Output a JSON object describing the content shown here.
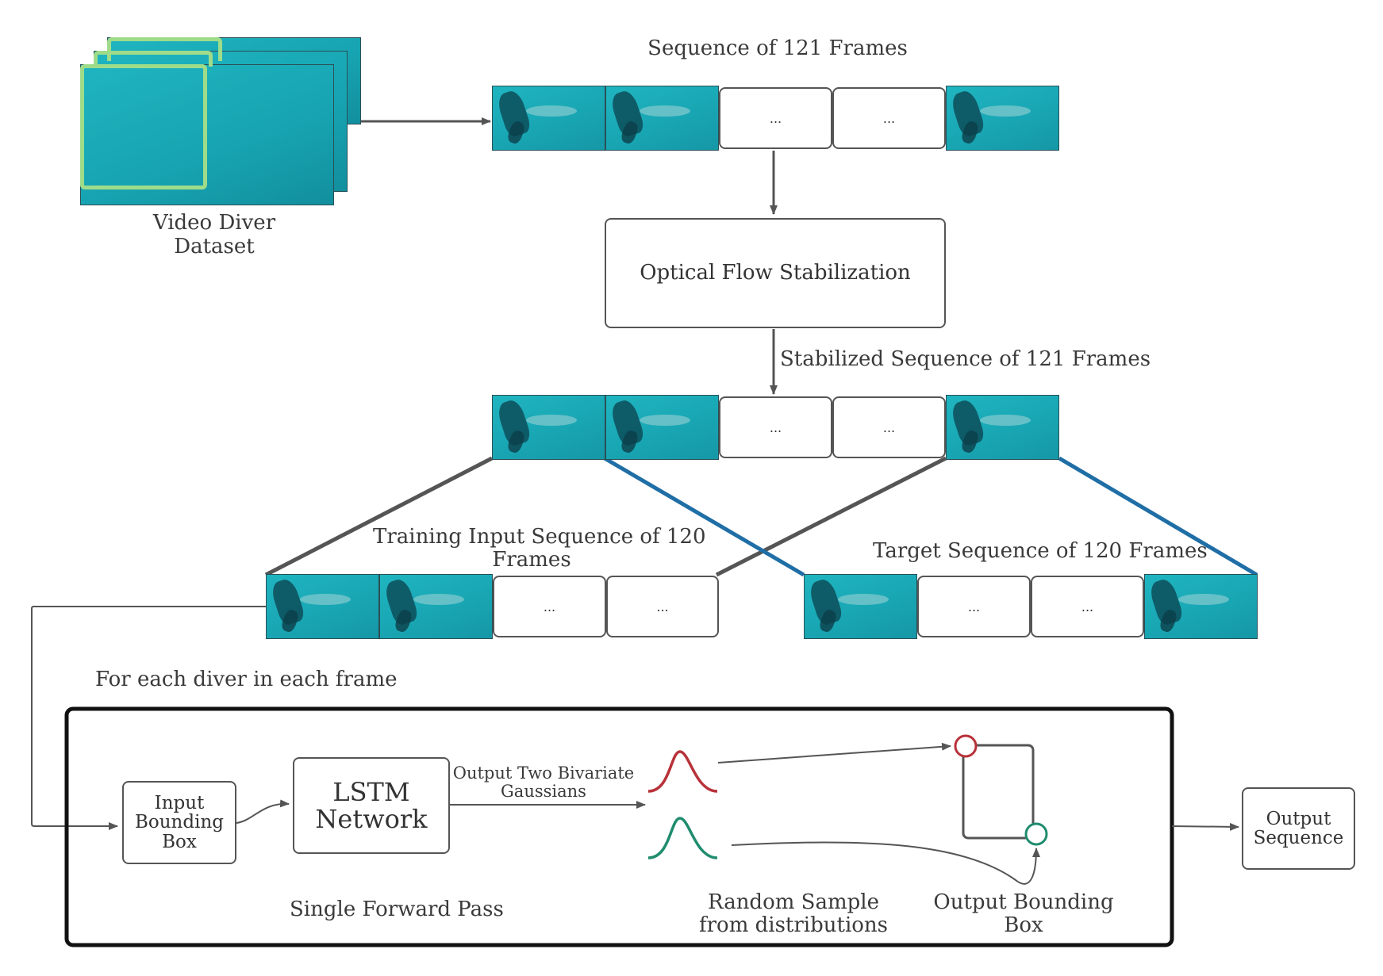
{
  "dataset": {
    "label_line1": "Video Diver",
    "label_line2": "Dataset"
  },
  "sequence_label": "Sequence of 121 Frames",
  "ellipsis": "...",
  "stabilization": {
    "label": "Optical Flow Stabilization"
  },
  "stabilized_label": "Stabilized Sequence of 121 Frames",
  "training": {
    "label_line1": "Training Input Sequence of 120",
    "label_line2": "Frames"
  },
  "target": {
    "label": "Target Sequence of 120 Frames"
  },
  "per_diver_label": "For each diver in each frame",
  "input_box": {
    "line1": "Input",
    "line2": "Bounding",
    "line3": "Box"
  },
  "lstm": {
    "line1": "LSTM",
    "line2": "Network"
  },
  "gaussians_label": {
    "line1": "Output Two Bivariate",
    "line2": "Gaussians"
  },
  "forward_pass_label": "Single Forward Pass",
  "random_sample_label": {
    "line1": "Random Sample",
    "line2": "from distributions"
  },
  "output_bbox_label": {
    "line1": "Output Bounding",
    "line2": "Box"
  },
  "output_sequence": {
    "line1": "Output",
    "line2": "Sequence"
  },
  "colors": {
    "line_dark": "#555555",
    "line_blue": "#1f6ea6",
    "dist_red": "#b8323a",
    "dist_green": "#1f8c6e",
    "frame_border": "#9fdc8a"
  }
}
